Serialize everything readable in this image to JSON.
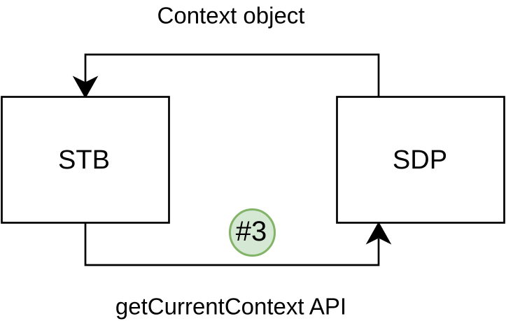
{
  "diagram": {
    "nodes": {
      "stb": {
        "label": "STB"
      },
      "sdp": {
        "label": "SDP"
      }
    },
    "edges": {
      "top": {
        "label": "Context object",
        "from": "SDP",
        "to": "STB",
        "direction": "right-to-left"
      },
      "bottom": {
        "label": "getCurrentContext API",
        "from": "STB",
        "to": "SDP",
        "direction": "left-to-right"
      }
    },
    "badge": {
      "label": "#3"
    },
    "colors": {
      "background": "#ffffff",
      "line": "#000000",
      "node_fill": "#ffffff",
      "node_stroke": "#000000",
      "text": "#000000",
      "badge_fill": "#d5e8d4",
      "badge_stroke": "#82b366"
    }
  }
}
